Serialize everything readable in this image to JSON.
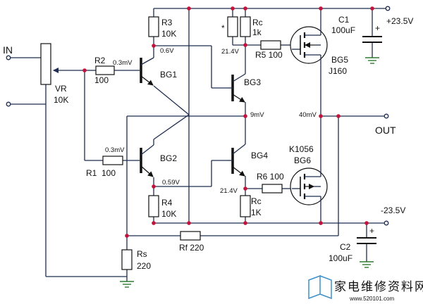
{
  "labels": {
    "in": "IN",
    "out": "OUT",
    "vpos": "+23.5V",
    "vneg": "-23.5V",
    "vr_name": "VR",
    "vr_val": "10K",
    "r2_name": "R2",
    "r2_val": "100",
    "r1_name": "R1",
    "r1_val": "100",
    "r3_name": "R3",
    "r3_val": "10K",
    "r4_name": "R4",
    "r4_val": "10K",
    "rc1_name": "Rc",
    "rc1_val": "1k",
    "rc1_mark": "*",
    "rc2_name": "Rc",
    "rc2_val": "1K",
    "r5_label": "R5 100",
    "r6_label": "R6 100",
    "rf_label": "Rf 220",
    "rs_name": "Rs",
    "rs_val": "220",
    "c1_name": "C1",
    "c1_val": "100uF",
    "c2_name": "C2",
    "c2_val": "100uF",
    "bg1": "BG1",
    "bg2": "BG2",
    "bg3": "BG3",
    "bg4": "BG4",
    "bg5": "BG5",
    "bg5_part": "J160",
    "bg6": "BG6",
    "bg6_part": "K1056",
    "v_bg1_base": "0.3mV",
    "v_bg2_base": "0.3mV",
    "v_bg1_coll": "0.6V",
    "v_bg2_coll": "0.59V",
    "v_bg3_base": "21.4V",
    "v_bg4_base": "21.4V",
    "v_mid": "9mV",
    "v_out": "40mV",
    "plus_mark": "+"
  },
  "watermark": {
    "text_cn": "家电维修资料网",
    "text_en": "www.520101.com"
  },
  "colors": {
    "wire": "#1f2d4f",
    "junction": "#c0143c",
    "watermark": "#3f8fc8",
    "ground": "#2e7d32"
  }
}
